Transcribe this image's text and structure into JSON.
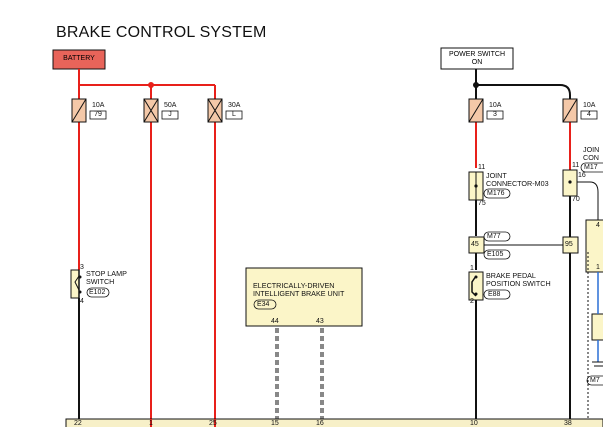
{
  "title": "BRAKE CONTROL SYSTEM",
  "battery": {
    "label": "BATTERY",
    "color": "#e8645a"
  },
  "power_switch": {
    "line1": "POWER SWITCH",
    "line2": "ON"
  },
  "fuses": [
    {
      "rating": "10A",
      "number": "79"
    },
    {
      "rating": "50A",
      "number": "J"
    },
    {
      "rating": "30A",
      "number": "L"
    },
    {
      "rating": "10A",
      "number": "3"
    },
    {
      "rating": "10A",
      "number": "4"
    }
  ],
  "stop_lamp": {
    "line1": "STOP LAMP",
    "line2": "SWITCH",
    "connector": "E102",
    "pins": [
      "3",
      "4"
    ]
  },
  "brake_unit": {
    "line1": "ELECTRICALLY-DRIVEN",
    "line2": "INTELLIGENT BRAKE UNIT",
    "connector": "E34",
    "pin_a": "44",
    "pin_b": "43"
  },
  "joint_connector": {
    "line1": "JOINT",
    "line2": "CONNECTOR-M03",
    "connector": "M176",
    "pin_top": "11",
    "pin_bottom": "75"
  },
  "joint_connector_2": {
    "line1": "JOIN",
    "line2": "CON",
    "connector": "M17",
    "pin_top": "11",
    "pin_mid": "16",
    "pin_bottom": "70"
  },
  "junction": {
    "left_pin": "45",
    "right_pin": "95",
    "connector_top": "M77",
    "connector_bottom": "E105"
  },
  "brake_pedal": {
    "line1": "BRAKE PEDAL",
    "line2": "POSITION SWITCH",
    "connector": "E88",
    "pins": [
      "1",
      "2"
    ]
  },
  "right_edge": {
    "pin_a": "4",
    "pin_b": "1",
    "connector": "M7"
  },
  "bottom_pins": [
    "22",
    "1",
    "25",
    "15",
    "16",
    "10",
    "38"
  ],
  "colors": {
    "power_wire": "#e8201a",
    "fuse_fill": "#f4c8a8",
    "component_fill": "#fbf5c8",
    "blue_wire": "#2a6fd6"
  }
}
